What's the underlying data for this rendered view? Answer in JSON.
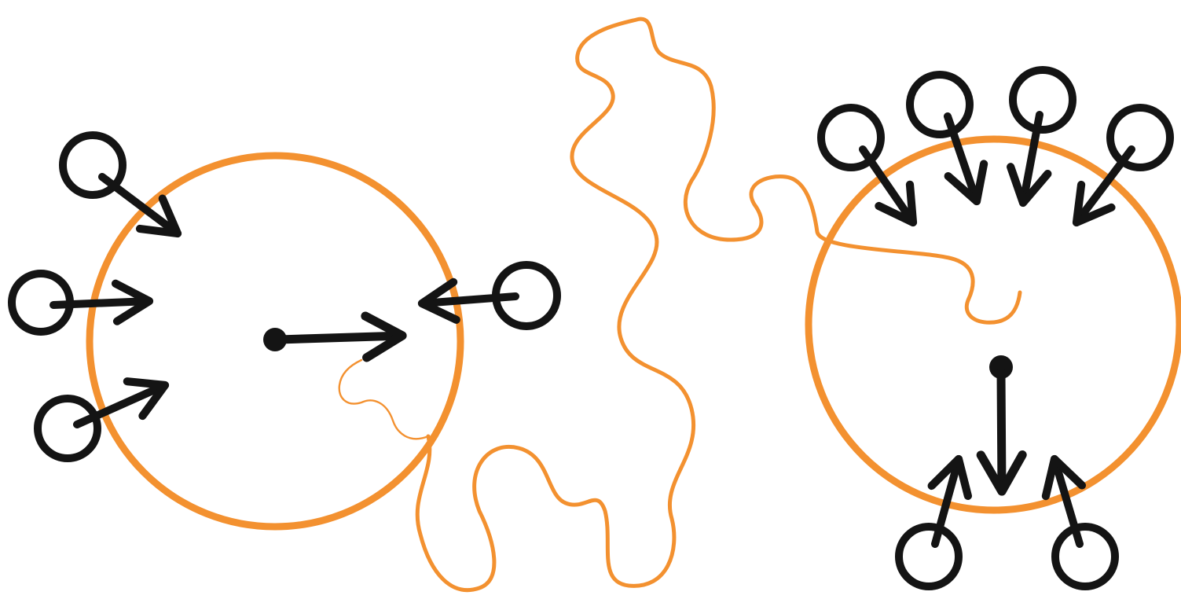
{
  "colors": {
    "accent": "#F39130",
    "ink": "#141414",
    "background": "#FFFFFF"
  },
  "diagram": {
    "left_cell": {
      "external_particles": 4,
      "internal_sources": 1
    },
    "right_cell": {
      "external_particles": 6,
      "internal_sources": 1
    }
  }
}
